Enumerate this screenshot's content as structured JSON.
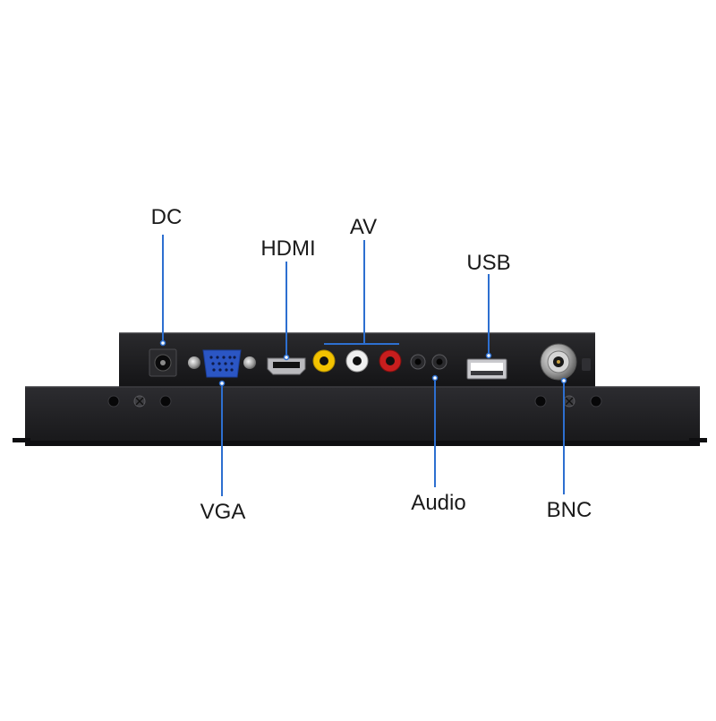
{
  "labels": {
    "dc": "DC",
    "hdmi": "HDMI",
    "av": "AV",
    "usb": "USB",
    "vga": "VGA",
    "audio": "Audio",
    "bnc": "BNC"
  },
  "colors": {
    "panel": "#1c1c1e",
    "leader": "#2d6fd0",
    "vga_connector": "#2b56c4",
    "rca_yellow": "#f2c200",
    "rca_white": "#f0f0f0",
    "rca_red": "#c81e1e"
  },
  "icons": [
    "dc-jack-icon",
    "vga-port-icon",
    "hdmi-port-icon",
    "rca-jack-icon",
    "audio-jack-icon",
    "usb-port-icon",
    "bnc-connector-icon",
    "screw-icon"
  ]
}
